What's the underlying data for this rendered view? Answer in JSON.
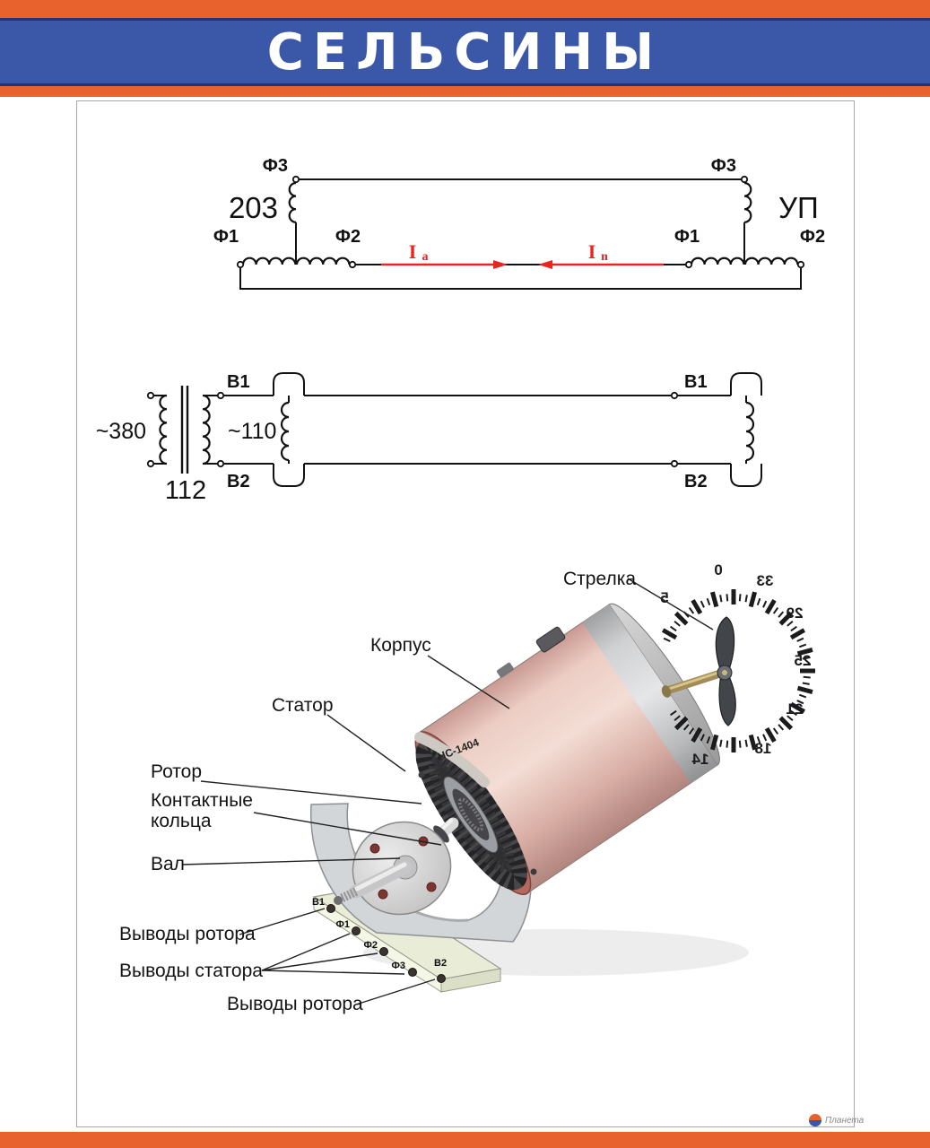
{
  "colors": {
    "orange": "#e8622d",
    "band-blue": "#3b57a8",
    "band-blue-dark": "#20337f",
    "schematic-red": "#e8251f",
    "body-pink": "#e9c3ba",
    "ink": "#111111"
  },
  "header": {
    "title": "СЕЛЬСИНЫ"
  },
  "stator_circuit": {
    "left_name": "203",
    "right_name": "УП",
    "left_f1": "Ф1",
    "left_f2": "Ф2",
    "left_f3": "Ф3",
    "right_f1": "Ф1",
    "right_f2": "Ф2",
    "right_f3": "Ф3",
    "current_a_symbol": "I",
    "current_a_sub": "а",
    "current_n_symbol": "I",
    "current_n_sub": "n"
  },
  "rotor_circuit": {
    "primary_voltage": "~380",
    "secondary_voltage": "~110",
    "transformer_name": "112",
    "left_b1": "В1",
    "left_b2": "В2",
    "right_b1": "В1",
    "right_b2": "В2"
  },
  "illustration": {
    "callouts": {
      "pointer": "Стрелка",
      "housing": "Корпус",
      "stator": "Статор",
      "rotor": "Ротор",
      "contact_rings_line1": "Контактные",
      "contact_rings_line2": "кольца",
      "shaft": "Вал",
      "rotor_leads_top": "Выводы ротора",
      "stator_leads": "Выводы статора",
      "rotor_leads_bottom": "Выводы ротора"
    },
    "model_marking": "НС-1404",
    "terminals": {
      "b1": "В1",
      "f1": "Ф1",
      "f2": "Ф2",
      "f3": "Ф3",
      "b2": "В2"
    },
    "dial_numbers": [
      "0",
      "33",
      "29",
      "25",
      "21",
      "18",
      "14",
      "5"
    ]
  },
  "footer": {
    "logo_text": "Планета"
  }
}
